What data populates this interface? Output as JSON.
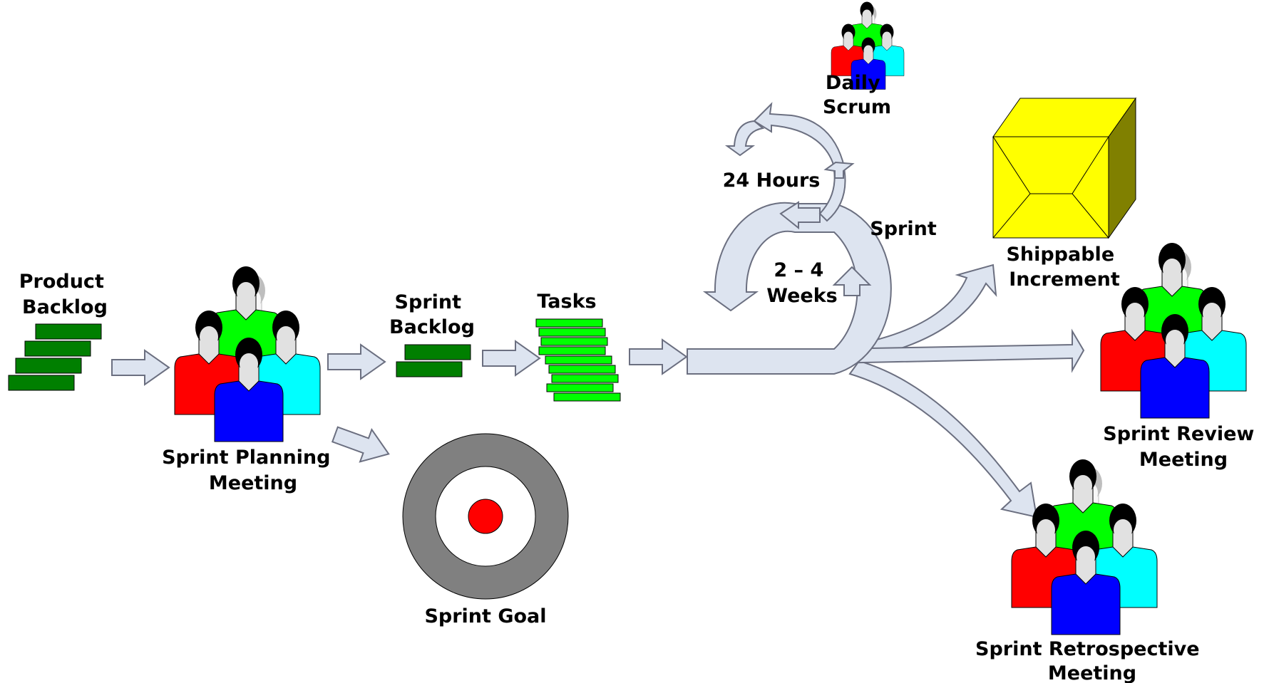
{
  "labels": {
    "product_backlog": [
      "Product",
      "Backlog"
    ],
    "sprint_planning": [
      "Sprint Planning",
      "Meeting"
    ],
    "sprint_backlog": [
      "Sprint",
      "Backlog"
    ],
    "tasks": "Tasks",
    "sprint_goal": "Sprint Goal",
    "daily_scrum": [
      "Daily",
      "Scrum"
    ],
    "hours": "24 Hours",
    "sprint": "Sprint",
    "weeks": [
      "2 – 4",
      "Weeks"
    ],
    "shippable": [
      "Shippable",
      "Increment"
    ],
    "review": [
      "Sprint Review",
      "Meeting"
    ],
    "retro": [
      "Sprint Retrospective",
      "Meeting"
    ]
  },
  "colors": {
    "arrow_fill": "#dde4f0",
    "arrow_stroke": "#6b6f80",
    "backlog_green": "#007f00",
    "task_green": "#00ff00",
    "person_red": "#ff0000",
    "person_green": "#00ff00",
    "person_cyan": "#00ffff",
    "person_blue": "#0000ff",
    "target_gray": "#808080",
    "target_center": "#ff0000",
    "cube_front": "#ffff00",
    "cube_side": "#808000"
  }
}
